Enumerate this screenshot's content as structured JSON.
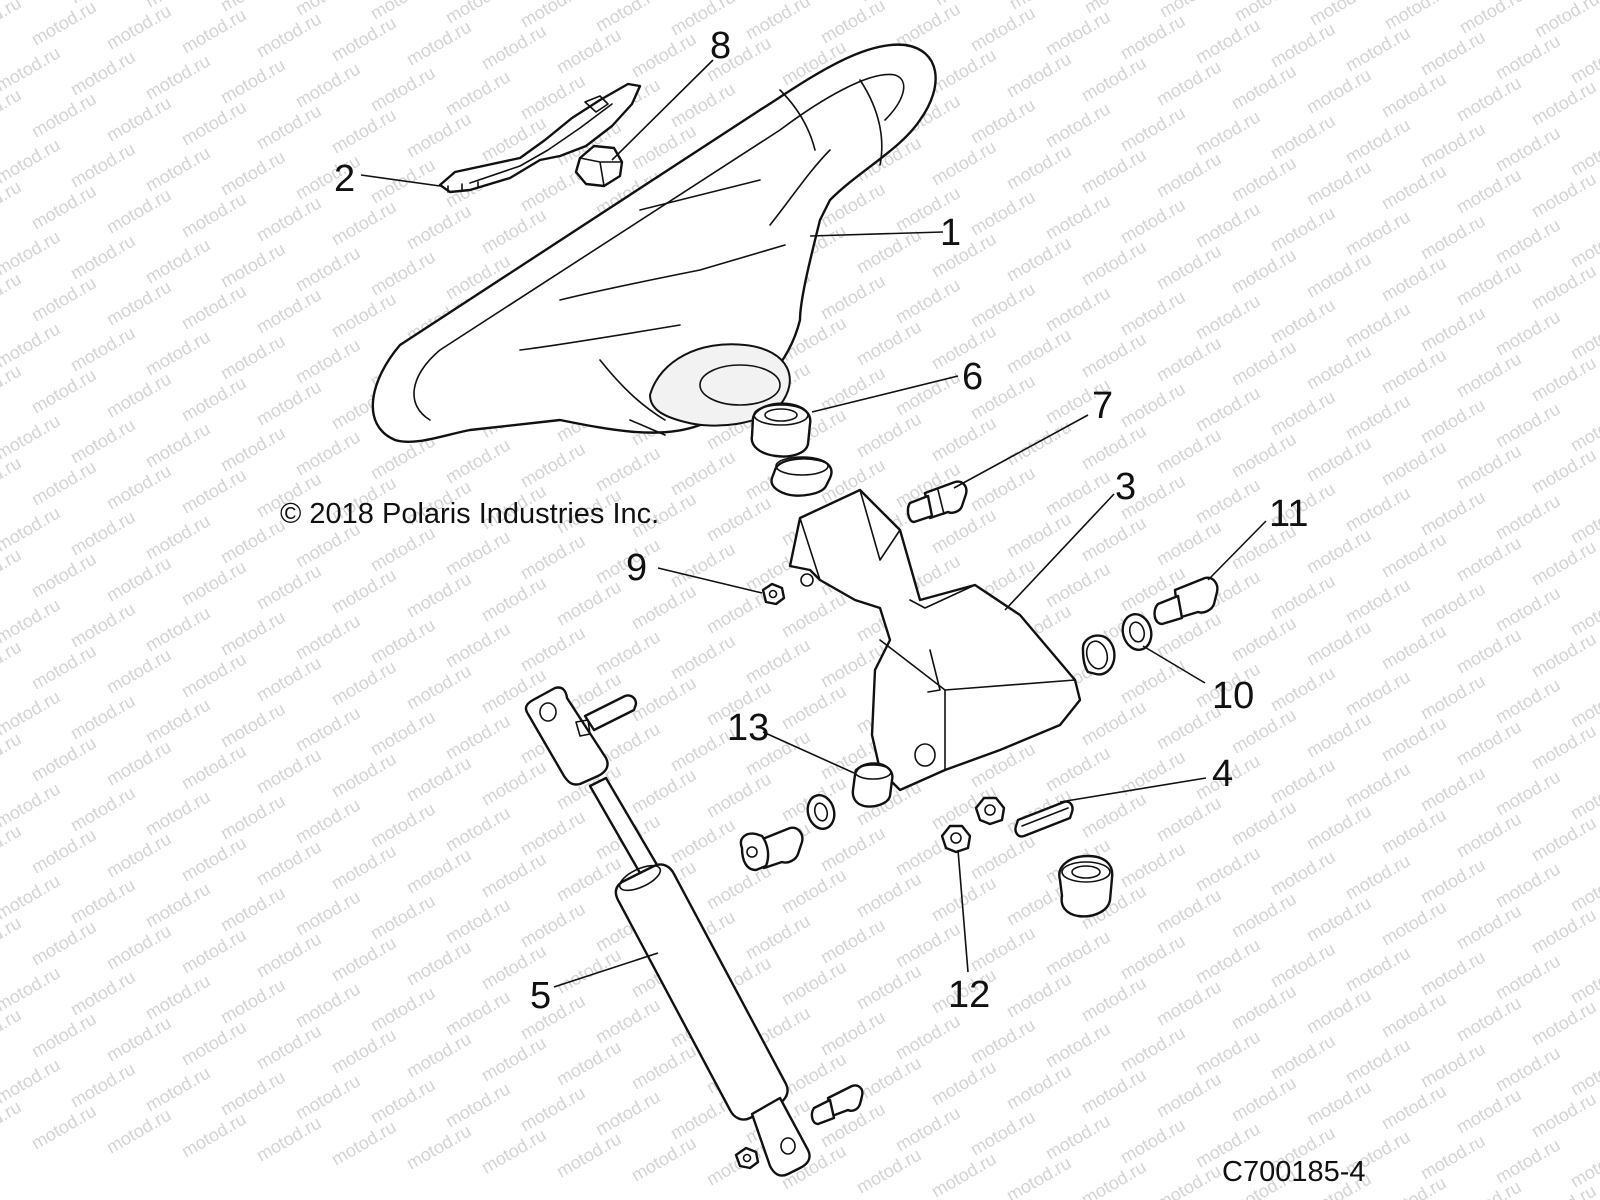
{
  "watermark": {
    "text": "motod.ru"
  },
  "copyright": "© 2018 Polaris Industries Inc.",
  "figure_id": "C700185-4",
  "callouts": [
    {
      "number": "1",
      "part": "steering-wheel"
    },
    {
      "number": "2",
      "part": "emblem-cover"
    },
    {
      "number": "3",
      "part": "tilt-bracket"
    },
    {
      "number": "4",
      "part": "bushing"
    },
    {
      "number": "5",
      "part": "gas-shock"
    },
    {
      "number": "6",
      "part": "upper-bushing"
    },
    {
      "number": "7",
      "part": "bolt"
    },
    {
      "number": "8",
      "part": "hub-nut"
    },
    {
      "number": "9",
      "part": "nut"
    },
    {
      "number": "10",
      "part": "washer"
    },
    {
      "number": "11",
      "part": "shoulder-bolt"
    },
    {
      "number": "12",
      "part": "lock-nut"
    },
    {
      "number": "13",
      "part": "spacer"
    }
  ]
}
